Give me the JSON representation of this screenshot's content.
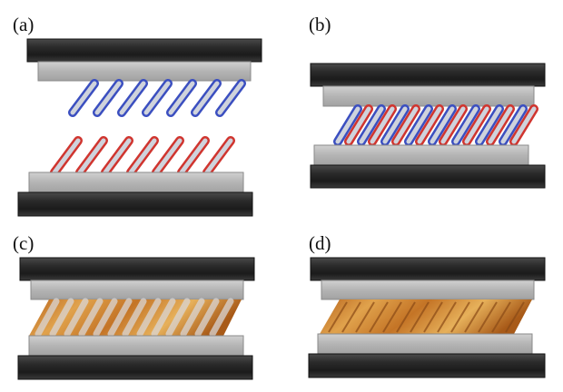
{
  "panels": [
    {
      "label": "(a)"
    },
    {
      "label": "(b)"
    },
    {
      "label": "(c)"
    },
    {
      "label": "(d)"
    }
  ],
  "colors": {
    "dark_plate": "#2a2a2a",
    "dark_plate_edge": "#111111",
    "grey_plate": "#b9b9b9",
    "grey_plate_edge": "#8a8a8a",
    "upper_tube": "#3b4fc0",
    "lower_tube": "#d0352f",
    "tube_core": "#cfd3dc",
    "filler_orange": "#c9782b",
    "filler_dark": "#8a4a16",
    "filler_light": "#e8b25c"
  }
}
